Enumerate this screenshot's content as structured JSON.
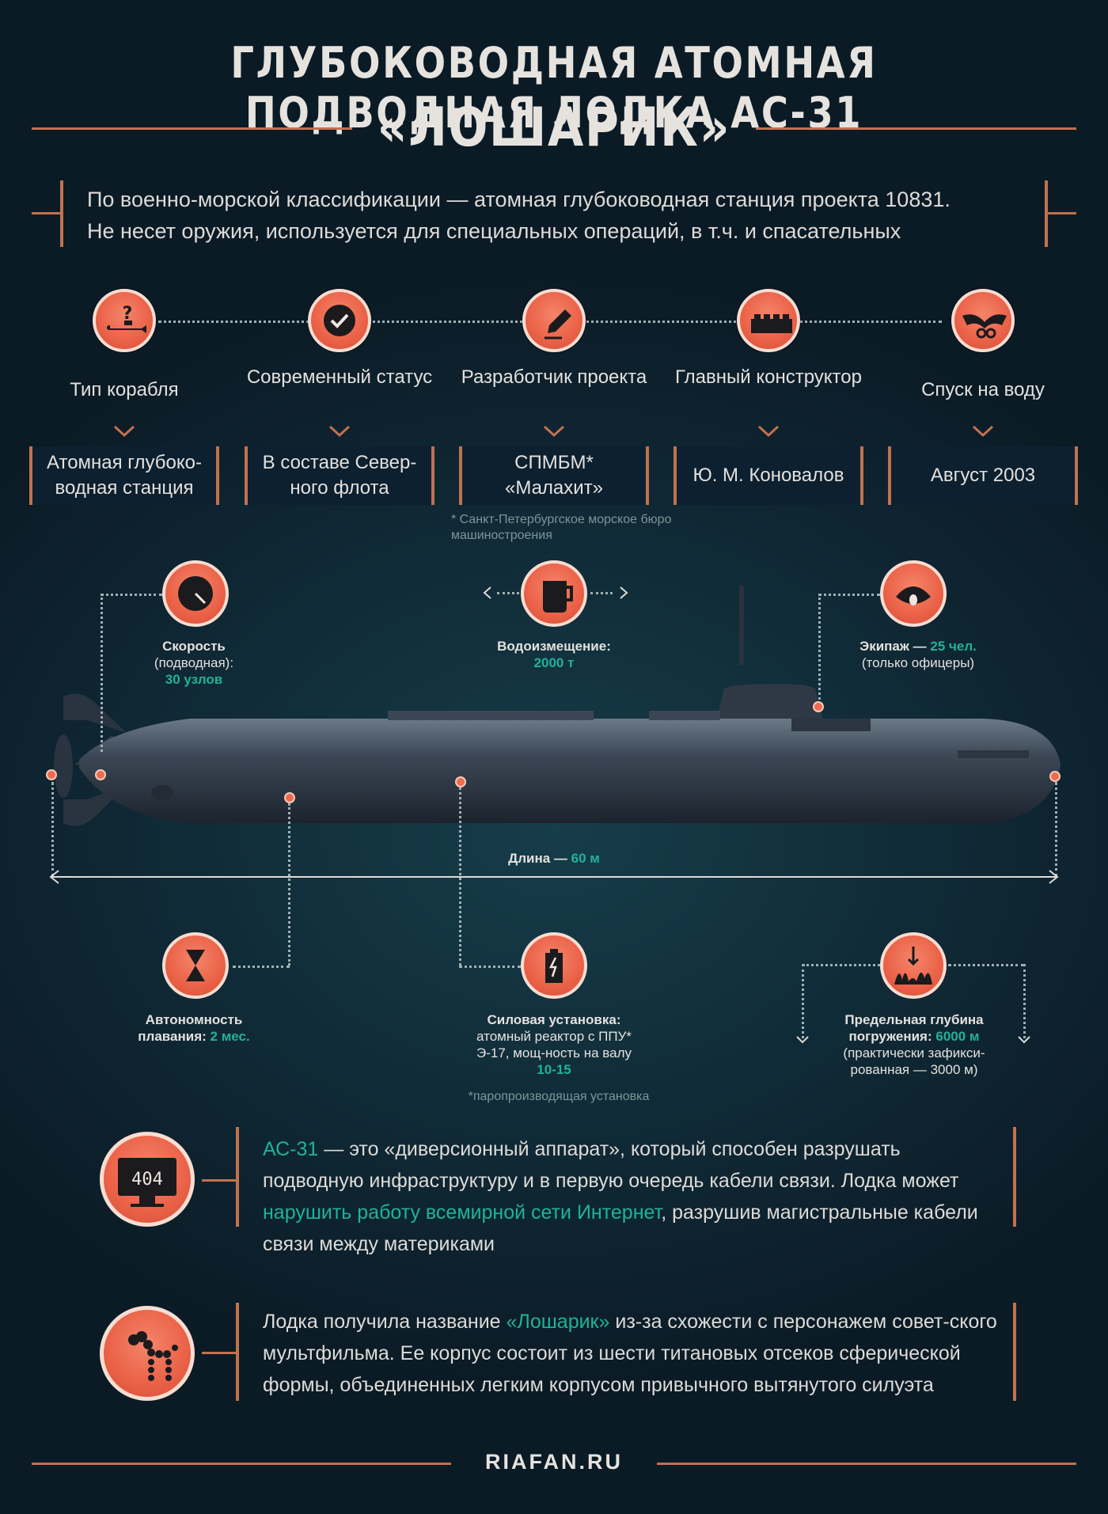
{
  "title": {
    "line1": "ГЛУБОКОВОДНАЯ АТОМНАЯ ПОДВОДНАЯ ЛОДКА АС-31",
    "line2": "«ЛОШАРИК»"
  },
  "intro": {
    "line1": "По военно-морской классификации — атомная глубоководная станция проекта 10831.",
    "line2": "Не несет оружия, используется для специальных операций, в т.ч. и спасательных"
  },
  "facts": [
    {
      "icon": "submarine-question-icon",
      "label": "Тип корабля",
      "value": "Атомная глубоко-водная станция"
    },
    {
      "icon": "checkmark-icon",
      "label": "Современный статус",
      "value": "В составе Север-ного флота"
    },
    {
      "icon": "pencil-icon",
      "label": "Разработчик проекта",
      "value": "СПМБМ* «Малахит»"
    },
    {
      "icon": "brick-icon",
      "label": "Главный конструктор",
      "value": "Ю. М. Коновалов"
    },
    {
      "icon": "ribbon-cutting-icon",
      "label": "Спуск на воду",
      "value": "Август 2003"
    }
  ],
  "facts_footnote": "* Санкт-Петербургское морское бюро машиностроения",
  "specs": {
    "speed": {
      "icon": "speedometer-icon",
      "label": "Скорость",
      "sub": "(подводная):",
      "value": "30 узлов"
    },
    "displacement": {
      "icon": "measuring-cup-icon",
      "label": "Водоизмещение:",
      "value": "2000 т"
    },
    "crew": {
      "icon": "officer-cap-icon",
      "label": "Экипаж — ",
      "value": "25 чел.",
      "sub": "(только офицеры)"
    },
    "length": {
      "label": "Длина — ",
      "value": "60 м"
    },
    "autonomy": {
      "icon": "hourglass-icon",
      "label": "Автономность плавания:",
      "value": "2 мес."
    },
    "power": {
      "icon": "battery-icon",
      "label": "Силовая установка:",
      "sub": "атомный реактор с ППУ* Э-17, мощ-ность на валу",
      "value": "10-15",
      "footnote": "*паропроизводящая установка"
    },
    "depth": {
      "icon": "seabed-depth-icon",
      "label": "Предельная глубина погружения:",
      "value": "6000 м",
      "sub": "(практически зафикси-рованная — 3000 м)"
    }
  },
  "notes": [
    {
      "icon": "monitor-404-icon",
      "screen_text": "404",
      "parts": [
        "АС-31",
        " — это «диверсионный аппарат», который способен разрушать подводную инфраструктуру и в первую очередь кабели связи.  Лодка может ",
        "нарушить работу всемирной сети Интернет",
        ", разрушив магистральные кабели связи между материками"
      ]
    },
    {
      "icon": "loshariki-character-icon",
      "parts": [
        "Лодка получила название ",
        "«Лошарик»",
        " из-за схожести с персонажем совет-ского мультфильма. Ее корпус состоит из шести титановых отсеков сферической формы, объединенных легким корпусом привычного вытянутого силуэта"
      ]
    }
  ],
  "brand": "RIAFAN.RU",
  "colors": {
    "accent": "#ea6147",
    "teal": "#20b29a",
    "bg": "#112d3a",
    "rule": "#c0724f"
  }
}
